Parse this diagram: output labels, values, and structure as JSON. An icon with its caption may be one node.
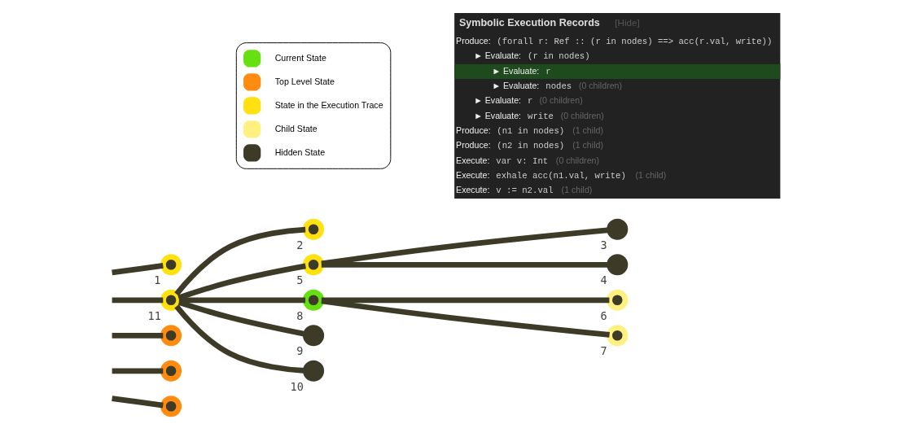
{
  "diagram": {
    "nodes": [
      {
        "text": [],
        "shape": "circle",
        "beside": [
          "1"
        ]
      },
      {
        "text": [],
        "shape": "circle",
        "beside": [
          "11"
        ]
      },
      {
        "text": [],
        "shape": "circle"
      },
      {
        "text": [],
        "shape": "circle"
      },
      {
        "text": [],
        "shape": "circle"
      },
      {
        "text": [],
        "shape": "circle",
        "beside": [
          "2"
        ]
      },
      {
        "text": [],
        "shape": "circle",
        "beside": [
          "5"
        ]
      },
      {
        "text": [],
        "shape": "circle",
        "beside": [
          "8"
        ]
      },
      {
        "text": [],
        "shape": "circle",
        "beside": [
          "9"
        ]
      },
      {
        "text": [],
        "shape": "circle",
        "beside": [
          "10"
        ]
      },
      {
        "text": [],
        "shape": "circle",
        "beside": [
          "3"
        ]
      },
      {
        "text": [],
        "shape": "circle",
        "beside": [
          "4"
        ]
      },
      {
        "text": [],
        "shape": "circle",
        "beside": [
          "6"
        ]
      },
      {
        "text": [],
        "shape": "circle",
        "beside": [
          "7"
        ]
      }
    ],
    "edges": [
      {
        "from": null,
        "to": 0,
        "arrow": "none"
      },
      {
        "from": null,
        "to": 1,
        "arrow": "none"
      },
      {
        "from": null,
        "to": 2,
        "arrow": "none"
      },
      {
        "from": null,
        "to": 3,
        "arrow": "none"
      },
      {
        "from": null,
        "to": 4,
        "arrow": "none"
      },
      {
        "from": 1,
        "to": 5,
        "arrow": "none"
      },
      {
        "from": 1,
        "to": 6,
        "arrow": "none"
      },
      {
        "from": 1,
        "to": 7,
        "arrow": "none"
      },
      {
        "from": 1,
        "to": 8,
        "arrow": "none"
      },
      {
        "from": 1,
        "to": 9,
        "arrow": "none"
      },
      {
        "from": 6,
        "to": 10,
        "arrow": "none"
      },
      {
        "from": 6,
        "to": 11,
        "arrow": "none"
      },
      {
        "from": 7,
        "to": 12,
        "arrow": "none"
      },
      {
        "from": 7,
        "to": 13,
        "arrow": "none"
      }
    ],
    "labels": [
      "Symbolic Execution Records",
      "[Hide]",
      "Produce:",
      "(forall r: Ref :: (r in nodes) ==> acc(r.val, write))",
      "► Evaluate:",
      "(r in nodes)",
      "► Evaluate:",
      "r",
      "► Evaluate:",
      "nodes",
      "(0 children)",
      "► Evaluate:",
      "r",
      "(0 children)",
      "► Evaluate:",
      "write",
      "(0 children)",
      "Produce:",
      "(n1 in nodes)",
      "(1 child)",
      "Produce:",
      "(n2 in nodes)",
      "(1 child)",
      "Execute:",
      "var v: Int",
      "(0 children)",
      "Execute:",
      "exhale acc(n1.val, write)",
      "(1 child)",
      "Execute:",
      "v := n2.val",
      "(1 child)"
    ],
    "legend": [
      {
        "text": "Current State",
        "color": "#66e011"
      },
      {
        "text": "Top Level State",
        "color": "#ff8c11"
      },
      {
        "text": "State in the Execution Trace",
        "color": "#ffe011"
      },
      {
        "text": "Child State",
        "color": "#fff080"
      },
      {
        "text": "Hidden State",
        "color": "#3d3a28"
      }
    ]
  }
}
